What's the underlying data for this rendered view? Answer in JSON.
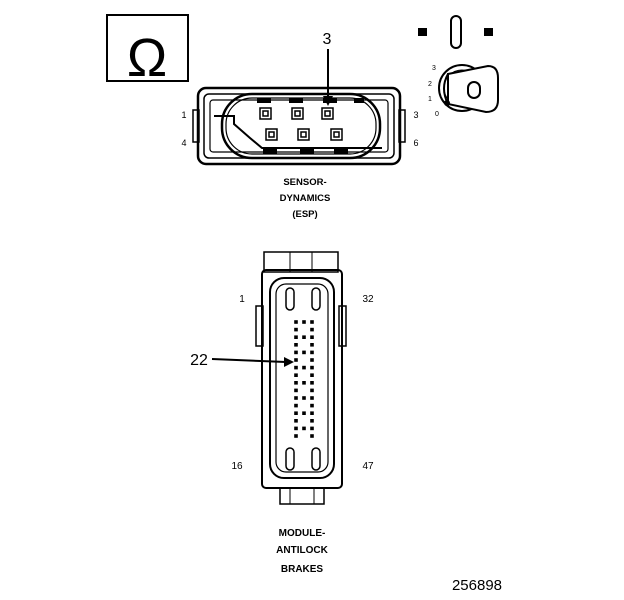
{
  "omega_symbol": "Ω",
  "sensor_connector": {
    "callout": "3",
    "pin_labels": {
      "top_left": "1",
      "top_right": "3",
      "bottom_left": "4",
      "bottom_right": "6"
    },
    "name_lines": [
      "SENSOR-",
      "DYNAMICS",
      "(ESP)"
    ]
  },
  "ignition_key": {
    "positions": [
      "3",
      "2",
      "1",
      "0"
    ]
  },
  "abs_connector": {
    "callout": "22",
    "pin_labels": {
      "top_left": "1",
      "top_right": "32",
      "bottom_left": "16",
      "bottom_right": "47"
    },
    "name_lines": [
      "MODULE-",
      "ANTILOCK",
      "BRAKES"
    ]
  },
  "figure_number": "256898"
}
